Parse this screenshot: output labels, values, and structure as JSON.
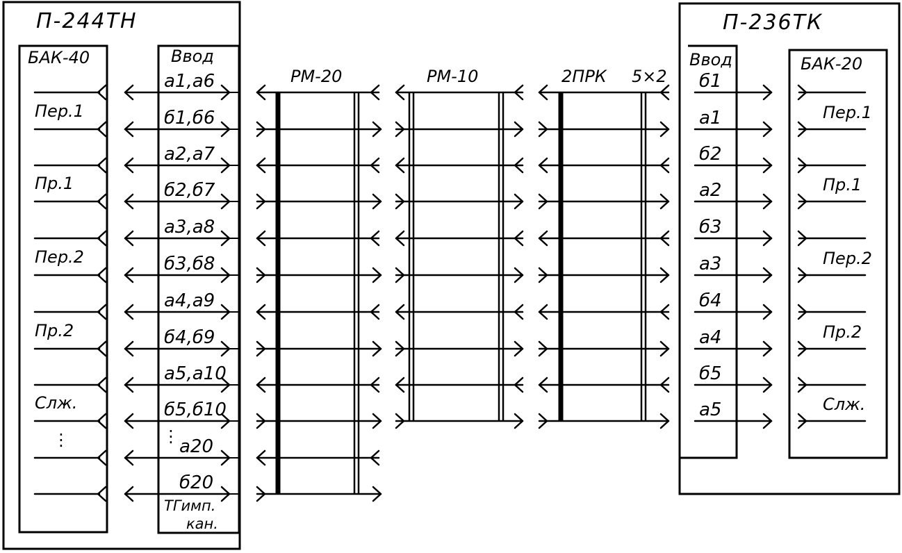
{
  "left_device": {
    "title": "П-244ТН",
    "block_label": "БАК-40",
    "block_rows": [
      "",
      "Пер.1",
      "",
      "Пр.1",
      "",
      "Пер.2",
      "",
      "Пр.2",
      "",
      "Слж.",
      "⋮",
      ""
    ],
    "input_label": "Ввод",
    "input_rows": [
      "а1,а6",
      "б1,б6",
      "а2,а7",
      "б2,б7",
      "а3,а8",
      "б3,б8",
      "а4,а9",
      "б4,б9",
      "а5,а10",
      "б5,б10",
      "а20",
      "б20"
    ],
    "input_dots": "⋮",
    "input_footer": [
      "ТГимп.",
      "кан."
    ]
  },
  "junction_boxes": [
    {
      "label": "РМ-20"
    },
    {
      "label": "РМ-10"
    },
    {
      "label": "2ПРК"
    }
  ],
  "junction_extra_label": "5×2",
  "right_device": {
    "title": "П-236ТК",
    "input_label": "Ввод",
    "input_rows": [
      "б1",
      "а1",
      "б2",
      "а2",
      "б3",
      "а3",
      "б4",
      "а4",
      "б5",
      "а5"
    ],
    "block_label": "БАК-20",
    "block_rows": [
      "",
      "Пер.1",
      "",
      "Пр.1",
      "",
      "Пер.2",
      "",
      "Пр.2",
      "",
      "Слж."
    ]
  }
}
